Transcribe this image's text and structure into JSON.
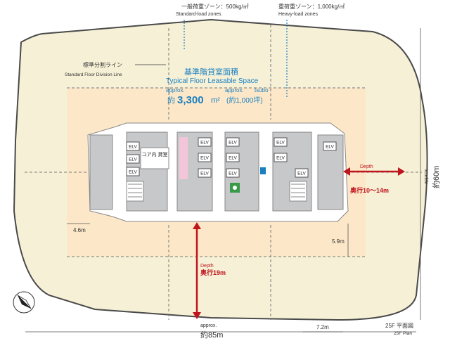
{
  "callouts": {
    "standard_load": {
      "ja": "一般荷重ゾーン：500kg/㎡",
      "en": "Standard-load zones"
    },
    "heavy_load": {
      "ja": "重荷重ゾーン：1,000kg/㎡",
      "en": "Heavy-load zones"
    },
    "division_line": {
      "ja": "標準分割ライン",
      "en": "Standard Floor Division Line"
    }
  },
  "leasable_area": {
    "title_ja": "基準階貸室面積",
    "title_en": "Typical Floor Leasable Space",
    "approx": "approx.",
    "approx_tsubo": "approx.",
    "tsubo_label": "tsubo",
    "area_prefix": "約",
    "area_value": "3,300",
    "area_unit": "m²",
    "tsubo_value": "(約1,000坪)"
  },
  "core": {
    "rental_label": "コア内\n貸室",
    "elevator_label": "ELV"
  },
  "depth_side": {
    "label_en": "Depth",
    "label_ja": "奥行10～14m"
  },
  "depth_south": {
    "label_en": "Depth",
    "label_ja": "奥行19m"
  },
  "dimensions": {
    "left_gap": "4.6m",
    "right_gap": "5.9m",
    "bottom_bay": "7.2m",
    "width_approx": "approx.",
    "width": "約85m",
    "height_approx": "approx.",
    "height": "約60m"
  },
  "plan_label": {
    "ja": "25F 平面図",
    "en": "25F Plan"
  },
  "colors": {
    "floor_outer": "#f6f1d6",
    "heavy_zone": "#fce8c8",
    "core": "#c7c8ca",
    "blue_text": "#1a7fc1",
    "red_arrow": "#c0141d"
  },
  "icons": [
    "north-arrow-icon",
    "toilet-icon",
    "accessible-toilet-icon"
  ]
}
